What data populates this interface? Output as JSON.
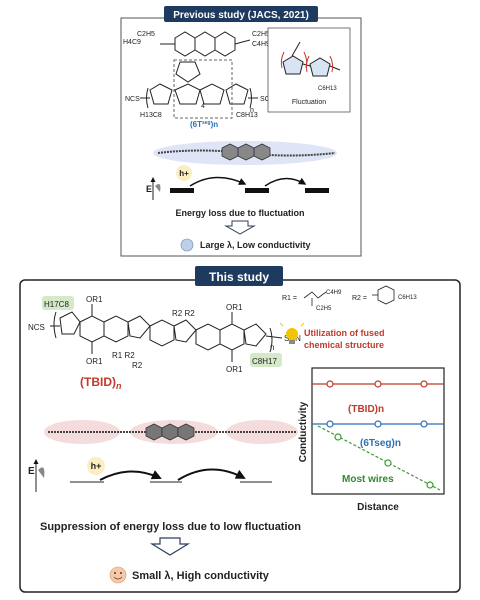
{
  "previous": {
    "banner": "Previous study (JACS, 2021)",
    "polymer_label": "(6T",
    "polymer_label_sup": "seg",
    "polymer_label_sub": ")n",
    "inset_caption": "Fluctuation",
    "end_group_left": "NCS",
    "end_group_right": "SCN",
    "chain_left": "H13C8",
    "chain_right": "C8H13",
    "top_left_chain": "H4C9",
    "top_right_chain": "C4H9",
    "top_left_eth": "C2H5",
    "top_right_eth": "C2H5",
    "inset_subst": "C6H13",
    "repeat_n": "n",
    "repeat_4": "4",
    "hole": "h+",
    "energy_axis": "E",
    "loss_text": "Energy loss due to fluctuation",
    "result_text": "Large λ, Low conductivity"
  },
  "current": {
    "banner": "This study",
    "polymer_name": "(TBID)",
    "polymer_sub": "n",
    "end_left": "NCS",
    "end_right": "SCN",
    "or1_top_left": "OR1",
    "or1_bottom_left": "OR1",
    "or1_top_right": "OR1",
    "or1_bottom_right": "OR1",
    "r2_top": "R2  R2",
    "r2_bottom": "R1 R2",
    "r2_bottom2": "R2",
    "h17c8": "H17C8",
    "c8h17": "C8H17",
    "repeat_n": "n",
    "r1_def": "R1 =",
    "r2_def": "R2 =",
    "r1_c4h9": "C4H9",
    "r1_c2h5": "C2H5",
    "r2_c6h13": "C6H13",
    "fused_note_line1": "Utilization of fused",
    "fused_note_line2": "chemical structure",
    "hole": "h+",
    "energy_axis": "E",
    "suppression_text": "Suppression of energy loss due to low fluctuation",
    "result_text": "Small λ,  High conductivity"
  },
  "plot": {
    "ylabel": "Conductivity",
    "xlabel": "Distance",
    "series_tbid": "(TBID)n",
    "series_6t": "(6Tseg)n",
    "series_most": "Most wires",
    "colors": {
      "tbid": "#c0392b",
      "six_t": "#2e6fb5",
      "most": "#3c9a2f"
    }
  },
  "colors": {
    "accent_red": "#c0392b",
    "accent_blue": "#2e6fb5",
    "green_text": "#2f8a2f",
    "banner_bg": "#1f3a5f"
  }
}
